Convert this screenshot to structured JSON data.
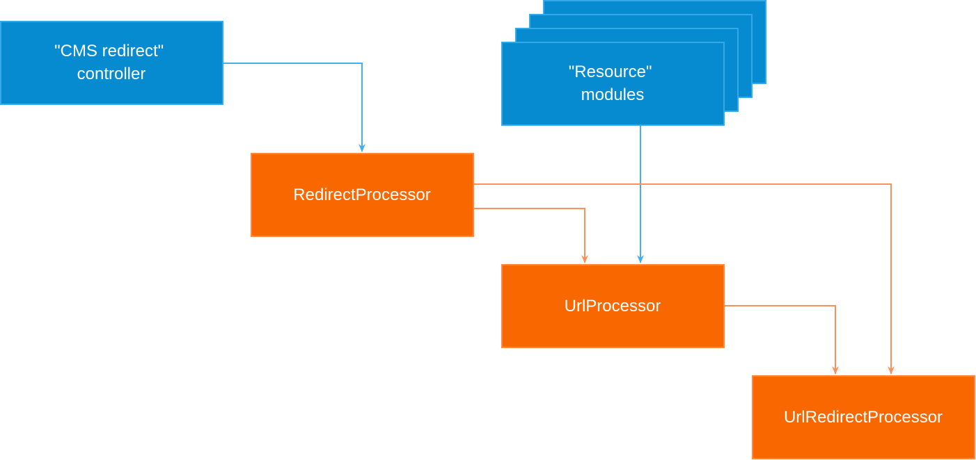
{
  "colors": {
    "blue_fill": "#078bd0",
    "blue_stroke": "#35a8e8",
    "blue_edge": "#43aef0",
    "orange_fill": "#f96700",
    "orange_stroke": "#f98a45",
    "orange_edge": "#f8915a",
    "background": "#ffffff"
  },
  "nodes": {
    "cms_redirect_controller": {
      "line1": "\"CMS redirect\"",
      "line2": "controller"
    },
    "resource_modules": {
      "line1": "\"Resource\"",
      "line2": "modules"
    },
    "redirect_processor": {
      "label": "RedirectProcessor"
    },
    "url_processor": {
      "label": "UrlProcessor"
    },
    "url_redirect_processor": {
      "label": "UrlRedirectProcessor"
    }
  }
}
